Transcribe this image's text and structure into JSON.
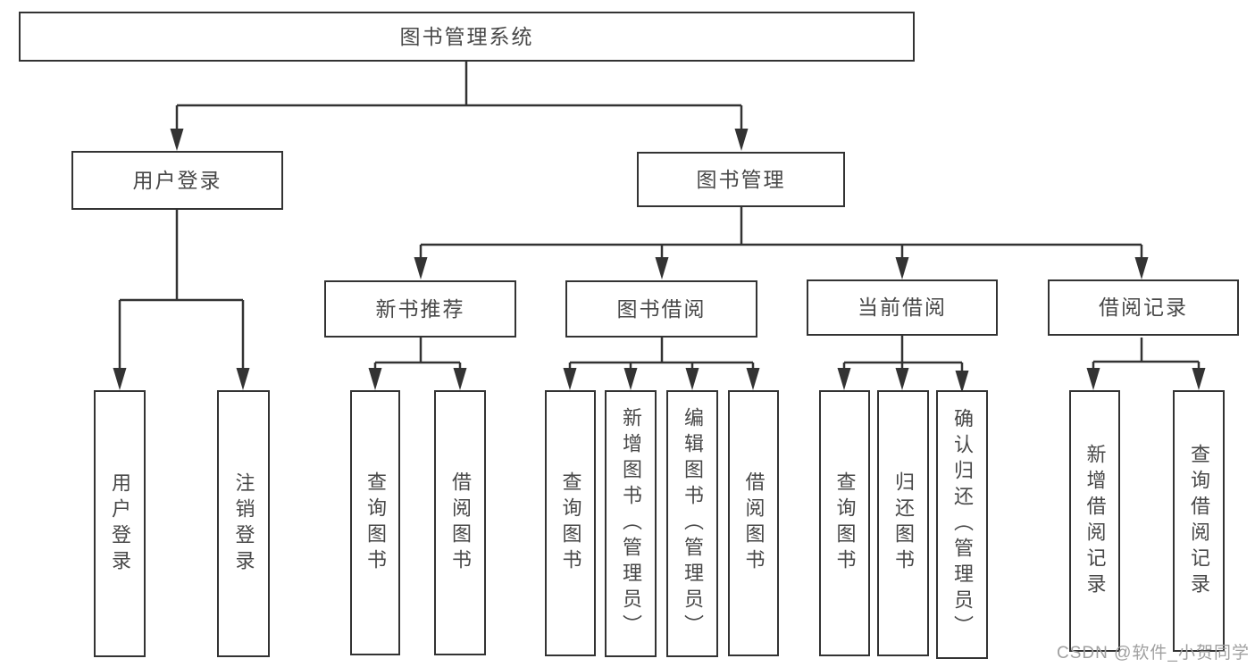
{
  "diagram": {
    "root": {
      "label": "图书管理系统"
    },
    "branches": [
      {
        "label": "用户登录",
        "leaves": [
          "用户登录",
          "注销登录"
        ]
      },
      {
        "label": "图书管理",
        "groups": [
          {
            "label": "新书推荐",
            "leaves": [
              "查询图书",
              "借阅图书"
            ]
          },
          {
            "label": "图书借阅",
            "leaves": [
              "查询图书",
              "新增图书（管理员）",
              "编辑图书（管理员）",
              "借阅图书"
            ]
          },
          {
            "label": "当前借阅",
            "leaves": [
              "查询图书",
              "归还图书",
              "确认归还（管理员）"
            ]
          },
          {
            "label": "借阅记录",
            "leaves": [
              "新增借阅记录",
              "查询借阅记录"
            ]
          }
        ]
      }
    ]
  },
  "watermark": {
    "text": "CSDN @软件_小贺同学",
    "color": "#a0a0a0"
  },
  "colors": {
    "background": "#ffffff",
    "line": "#333333",
    "box_border": "#333333",
    "text": "#484848"
  }
}
